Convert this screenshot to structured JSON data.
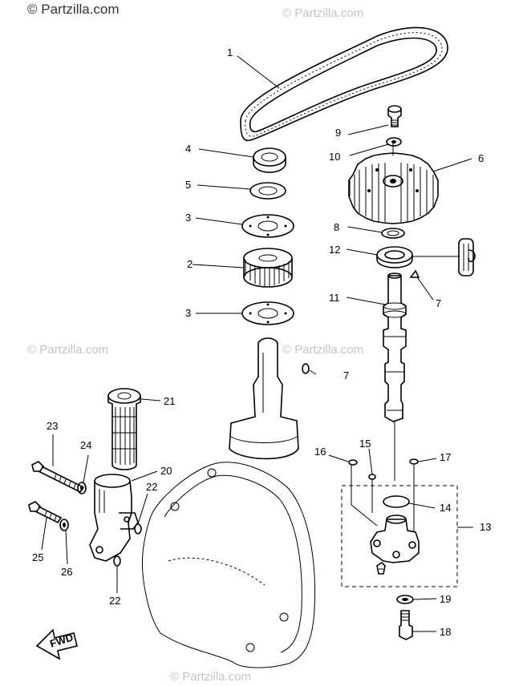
{
  "watermarks": {
    "top_left": "© Partzilla.com",
    "top_right": "© Partzilla.com",
    "mid_left": "© Partzilla.com",
    "mid_center": "© Partzilla.com",
    "bottom_center": "© Partzilla.com"
  },
  "fwd_label": "FWD",
  "callouts": {
    "c1": "1",
    "c2": "2",
    "c3a": "3",
    "c3b": "3",
    "c4": "4",
    "c5": "5",
    "c6": "6",
    "c7a": "7",
    "c7b": "7",
    "c8": "8",
    "c9": "9",
    "c10": "10",
    "c11": "11",
    "c12": "12",
    "c13": "13",
    "c14": "14",
    "c15": "15",
    "c16": "16",
    "c17": "17",
    "c18": "18",
    "c19": "19",
    "c20": "20",
    "c21": "21",
    "c22a": "22",
    "c22b": "22",
    "c23": "23",
    "c24": "24",
    "c25": "25",
    "c26": "26"
  }
}
